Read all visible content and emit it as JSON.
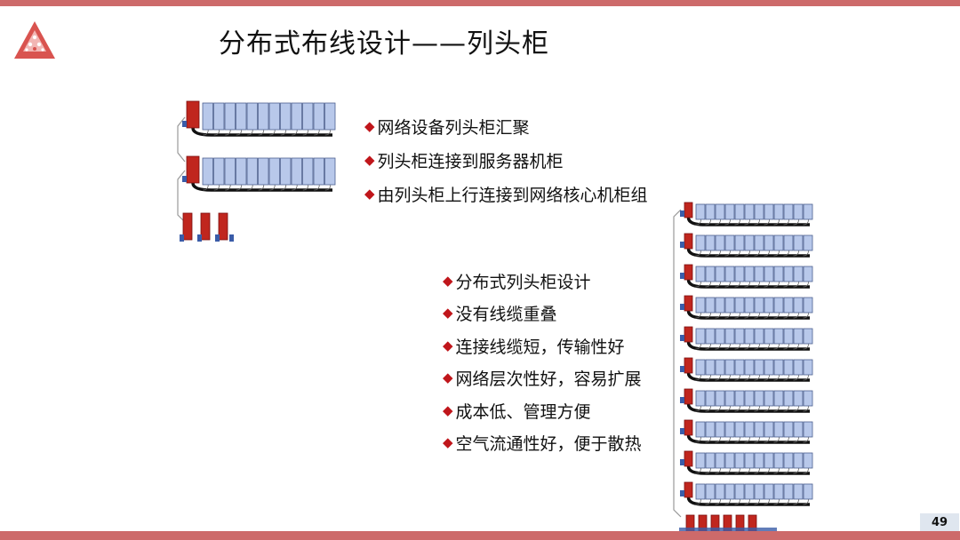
{
  "slide": {
    "title": "分布式布线设计——列头柜",
    "page_number": "49"
  },
  "bullets_top": [
    {
      "text": "网络设备列头柜汇聚"
    },
    {
      "text": "列头柜连接到服务器机柜"
    },
    {
      "text": "由列头柜上行连接到网络核心机柜组"
    }
  ],
  "bullets_bottom": [
    {
      "text": "分布式列头柜设计"
    },
    {
      "text": "没有线缆重叠"
    },
    {
      "text": "连接线缆短，传输性好"
    },
    {
      "text": "网络层次性好，容易扩展"
    },
    {
      "text": "成本低、管理方便"
    },
    {
      "text": "空气流通性好，便于散热"
    }
  ],
  "icons": {
    "bullet": "diamond-bullet-icon",
    "logo": "triangle-logo-icon"
  },
  "colors": {
    "accent_bar": "#cd6a6a",
    "head_cabinet": "#c0261e",
    "server_rack": "#b8c8ea",
    "port": "#3a5ca8",
    "cable": "#111111",
    "bullet": "#c0161b"
  }
}
